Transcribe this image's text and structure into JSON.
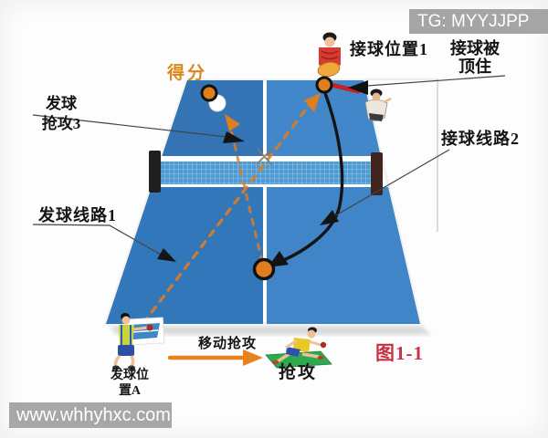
{
  "header": {
    "tg_tag": "TG: MYYJJPP"
  },
  "footer": {
    "watermark": "www.whhyhxc.com"
  },
  "caption": {
    "figure": "图1-1"
  },
  "annotations": {
    "score": "得分",
    "receive_position_1": "接球位置1",
    "receive_blocked": {
      "line1": "接球被",
      "line2": "顶住"
    },
    "serve_attack_3": {
      "line1": "发球",
      "line2": "抢攻3"
    },
    "receive_route_2": "接球线路2",
    "serve_route_1": "发球线路1",
    "serve_position_a": {
      "line1": "发球位",
      "line2": "置A"
    },
    "move_attack": "移动抢攻",
    "attack": "抢攻"
  },
  "colors": {
    "table_blue_left": "#3474b4",
    "table_blue_right": "#4287c9",
    "net_mesh_blue": "#4d9bd2",
    "accent_orange": "#e07d1e",
    "arrow_red": "#c92020",
    "caption_red": "#c53242",
    "mat_green": "#2ea94e",
    "overlay_gray": "#a8a8a8"
  }
}
